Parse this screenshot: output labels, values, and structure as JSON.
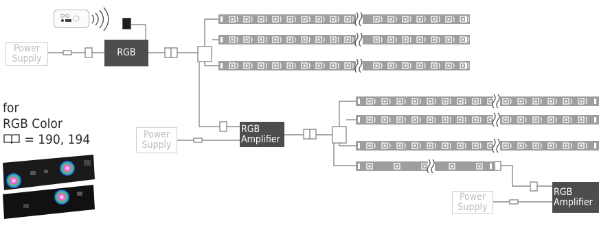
{
  "power_supply_label_1": "Power",
  "power_supply_label_2": "Supply",
  "controller_label": "RGB",
  "amplifier_label_1": "RGB",
  "amplifier_label_2": "Amplifier",
  "note": {
    "line1": "for",
    "line2": "RGB Color",
    "pages": "= 190, 194"
  },
  "icons": [
    "remote-control-icon",
    "wireless-signal-icon",
    "book-icon",
    "led-strip-photo"
  ],
  "colors": {
    "controller": "#4d4d4d",
    "strip": "#9e9e9e",
    "wire": "#8c8c8c",
    "power_supply_text": "#bdbdbd"
  }
}
